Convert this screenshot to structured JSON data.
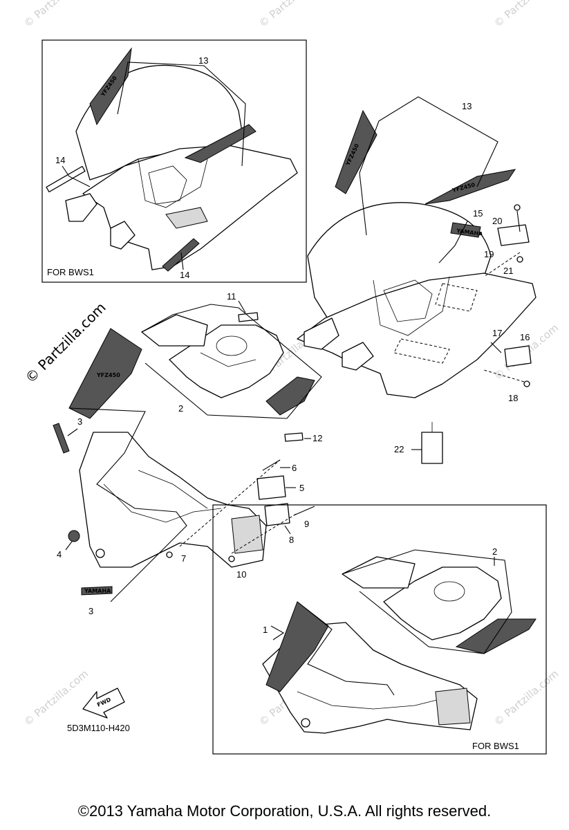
{
  "copyright": "©2013 Yamaha Motor Corporation, U.S.A. All rights reserved.",
  "diagram_code": "5D3M110-H420",
  "watermark": "© Partzilla.com",
  "watermark_small": "© Partzilla.com",
  "inset_labels": {
    "top_left": "FOR BWS1",
    "bottom_right": "FOR BWS1"
  },
  "fwd_label": "FWD",
  "decal_text": {
    "yamaha": "YAMAHA",
    "model": "YFZ450"
  },
  "callouts": {
    "n1": "1",
    "n2_main": "2",
    "n2_inset": "2",
    "n3_top": "3",
    "n3_bottom": "3",
    "n4": "4",
    "n5": "5",
    "n6": "6",
    "n7": "7",
    "n8": "8",
    "n9": "9",
    "n10": "10",
    "n11": "11",
    "n12": "12",
    "n13_inset": "13",
    "n13_main": "13",
    "n14_top": "14",
    "n14_bottom": "14",
    "n15": "15",
    "n16": "16",
    "n17": "17",
    "n18": "18",
    "n19": "19",
    "n20": "20",
    "n21": "21",
    "n22": "22"
  }
}
